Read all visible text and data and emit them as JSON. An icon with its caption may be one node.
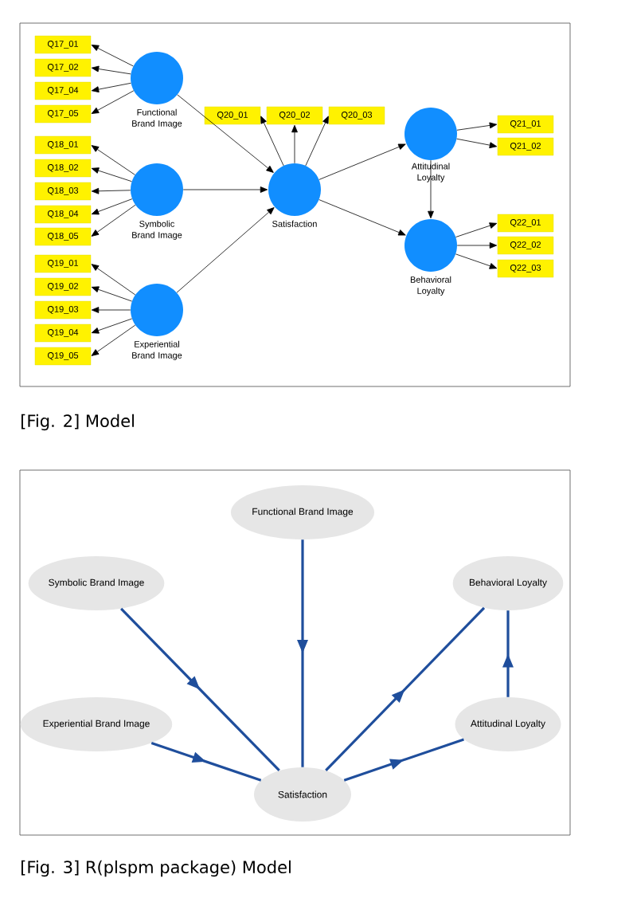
{
  "diagram": {
    "nodes": [
      {
        "text": [
          "Functional Brand Image"
        ]
      },
      {
        "text": [
          "Symbolic Brand Image"
        ]
      },
      {
        "text": [
          "Experiential Brand Image"
        ]
      },
      {
        "text": [
          "Satisfaction"
        ]
      },
      {
        "text": [
          "Attitudinal Loyalty"
        ]
      },
      {
        "text": [
          "Behavioral Loyalty"
        ]
      },
      {
        "text": [
          "Q17_01"
        ]
      },
      {
        "text": [
          "Q17_02"
        ]
      },
      {
        "text": [
          "Q17_04"
        ]
      },
      {
        "text": [
          "Q17_05"
        ]
      },
      {
        "text": [
          "Q18_01"
        ]
      },
      {
        "text": [
          "Q18_02"
        ]
      },
      {
        "text": [
          "Q18_03"
        ]
      },
      {
        "text": [
          "Q18_04"
        ]
      },
      {
        "text": [
          "Q18_05"
        ]
      },
      {
        "text": [
          "Q19_01"
        ]
      },
      {
        "text": [
          "Q19_02"
        ]
      },
      {
        "text": [
          "Q19_03"
        ]
      },
      {
        "text": [
          "Q19_04"
        ]
      },
      {
        "text": [
          "Q19_05"
        ]
      },
      {
        "text": [
          "Q20_01"
        ]
      },
      {
        "text": [
          "Q20_02"
        ]
      },
      {
        "text": [
          "Q20_03"
        ]
      },
      {
        "text": [
          "Q21_01"
        ]
      },
      {
        "text": [
          "Q21_02"
        ]
      },
      {
        "text": [
          "Q22_01"
        ]
      },
      {
        "text": [
          "Q22_02"
        ]
      },
      {
        "text": [
          "Q22_03"
        ]
      },
      {
        "text": [
          "Functional Brand Image"
        ]
      },
      {
        "text": [
          "Symbolic Brand Image"
        ]
      },
      {
        "text": [
          "Behavioral Loyalty"
        ]
      },
      {
        "text": [
          "Experiential Brand Image"
        ]
      },
      {
        "text": [
          "Attitudinal Loyalty"
        ]
      },
      {
        "text": [
          "Satisfaction"
        ]
      }
    ],
    "edges": [
      {
        "from": 0,
        "to": 6,
        "arrow": "to"
      },
      {
        "from": 0,
        "to": 7,
        "arrow": "to"
      },
      {
        "from": 0,
        "to": 8,
        "arrow": "to"
      },
      {
        "from": 0,
        "to": 9,
        "arrow": "to"
      },
      {
        "from": 1,
        "to": 10,
        "arrow": "to"
      },
      {
        "from": 1,
        "to": 11,
        "arrow": "to"
      },
      {
        "from": 1,
        "to": 12,
        "arrow": "to"
      },
      {
        "from": 1,
        "to": 13,
        "arrow": "to"
      },
      {
        "from": 1,
        "to": 14,
        "arrow": "to"
      },
      {
        "from": 2,
        "to": 15,
        "arrow": "to"
      },
      {
        "from": 2,
        "to": 16,
        "arrow": "to"
      },
      {
        "from": 2,
        "to": 17,
        "arrow": "to"
      },
      {
        "from": 2,
        "to": 18,
        "arrow": "to"
      },
      {
        "from": 2,
        "to": 19,
        "arrow": "to"
      },
      {
        "from": 3,
        "to": 20,
        "arrow": "to"
      },
      {
        "from": 3,
        "to": 21,
        "arrow": "to"
      },
      {
        "from": 3,
        "to": 22,
        "arrow": "to"
      },
      {
        "from": 4,
        "to": 23,
        "arrow": "to"
      },
      {
        "from": 4,
        "to": 24,
        "arrow": "to"
      },
      {
        "from": 5,
        "to": 25,
        "arrow": "to"
      },
      {
        "from": 5,
        "to": 26,
        "arrow": "to"
      },
      {
        "from": 5,
        "to": 27,
        "arrow": "to"
      },
      {
        "from": 0,
        "to": 3,
        "arrow": "to"
      },
      {
        "from": 1,
        "to": 3,
        "arrow": "to"
      },
      {
        "from": 2,
        "to": 3,
        "arrow": "to"
      },
      {
        "from": 3,
        "to": 4,
        "arrow": "to"
      },
      {
        "from": 3,
        "to": 5,
        "arrow": "to"
      },
      {
        "from": 4,
        "to": 5,
        "arrow": "to"
      },
      {
        "from": 28,
        "to": 33,
        "arrow": "to",
        "style": "thick",
        "color": "#1f4e9c"
      },
      {
        "from": 29,
        "to": 33,
        "arrow": "to",
        "style": "thick",
        "color": "#1f4e9c"
      },
      {
        "from": 31,
        "to": 33,
        "arrow": "to",
        "style": "thick",
        "color": "#1f4e9c"
      },
      {
        "from": 33,
        "to": 30,
        "arrow": "to",
        "style": "thick",
        "color": "#1f4e9c"
      },
      {
        "from": 33,
        "to": 32,
        "arrow": "to",
        "style": "thick",
        "color": "#1f4e9c"
      },
      {
        "from": 32,
        "to": 30,
        "arrow": "to",
        "style": "thick",
        "color": "#1f4e9c"
      }
    ],
    "labels": [
      "[Fig. 2] Model",
      "[Fig. 3] R(plspm package) Model"
    ]
  }
}
